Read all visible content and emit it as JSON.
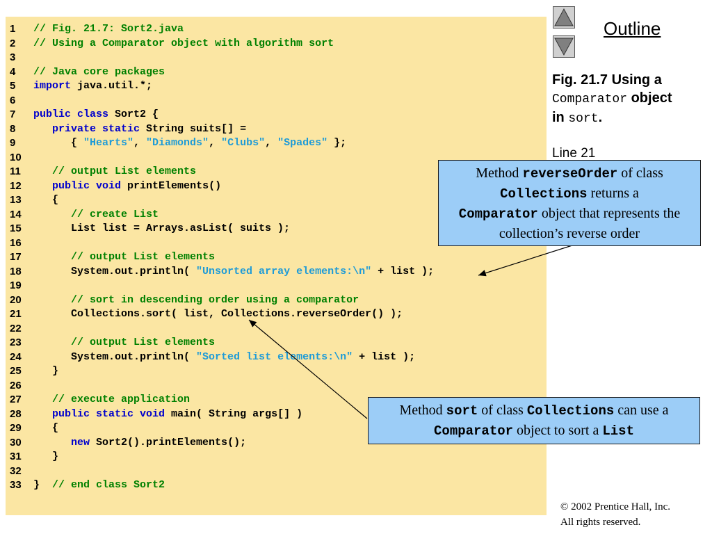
{
  "code_lines": [
    {
      "n": "1",
      "parts": [
        {
          "t": "// Fig. 21.7: Sort2.java",
          "c": "comment"
        }
      ]
    },
    {
      "n": "2",
      "parts": [
        {
          "t": "// Using a Comparator object with algorithm sort",
          "c": "comment"
        }
      ]
    },
    {
      "n": "3",
      "parts": []
    },
    {
      "n": "4",
      "parts": [
        {
          "t": "// Java core packages",
          "c": "comment"
        }
      ]
    },
    {
      "n": "5",
      "parts": [
        {
          "t": "import",
          "c": "kw"
        },
        {
          "t": " java.util.*;",
          "c": ""
        }
      ]
    },
    {
      "n": "6",
      "parts": []
    },
    {
      "n": "7",
      "parts": [
        {
          "t": "public class",
          "c": "kw"
        },
        {
          "t": " Sort2 {",
          "c": ""
        }
      ]
    },
    {
      "n": "8",
      "parts": [
        {
          "t": "   ",
          "c": ""
        },
        {
          "t": "private static",
          "c": "kw"
        },
        {
          "t": " String suits[] =",
          "c": ""
        }
      ]
    },
    {
      "n": "9",
      "parts": [
        {
          "t": "      { ",
          "c": ""
        },
        {
          "t": "\"Hearts\"",
          "c": "str"
        },
        {
          "t": ", ",
          "c": ""
        },
        {
          "t": "\"Diamonds\"",
          "c": "str"
        },
        {
          "t": ", ",
          "c": ""
        },
        {
          "t": "\"Clubs\"",
          "c": "str"
        },
        {
          "t": ", ",
          "c": ""
        },
        {
          "t": "\"Spades\"",
          "c": "str"
        },
        {
          "t": " };",
          "c": ""
        }
      ]
    },
    {
      "n": "10",
      "parts": []
    },
    {
      "n": "11",
      "parts": [
        {
          "t": "   // output List elements",
          "c": "comment"
        }
      ]
    },
    {
      "n": "12",
      "parts": [
        {
          "t": "   ",
          "c": ""
        },
        {
          "t": "public void",
          "c": "kw"
        },
        {
          "t": " printElements()",
          "c": ""
        }
      ]
    },
    {
      "n": "13",
      "parts": [
        {
          "t": "   {",
          "c": ""
        }
      ]
    },
    {
      "n": "14",
      "parts": [
        {
          "t": "      // create List",
          "c": "comment"
        }
      ]
    },
    {
      "n": "15",
      "parts": [
        {
          "t": "      List list = Arrays.asList( suits );",
          "c": ""
        }
      ]
    },
    {
      "n": "16",
      "parts": []
    },
    {
      "n": "17",
      "parts": [
        {
          "t": "      // output List elements",
          "c": "comment"
        }
      ]
    },
    {
      "n": "18",
      "parts": [
        {
          "t": "      System.out.println( ",
          "c": ""
        },
        {
          "t": "\"Unsorted array elements:\\n\"",
          "c": "str"
        },
        {
          "t": " + list );",
          "c": ""
        }
      ]
    },
    {
      "n": "19",
      "parts": []
    },
    {
      "n": "20",
      "parts": [
        {
          "t": "      // sort in descending order using a comparator",
          "c": "comment"
        }
      ]
    },
    {
      "n": "21",
      "parts": [
        {
          "t": "      Collections.sort( list, Collections.reverseOrder() );",
          "c": ""
        }
      ]
    },
    {
      "n": "22",
      "parts": []
    },
    {
      "n": "23",
      "parts": [
        {
          "t": "      // output List elements",
          "c": "comment"
        }
      ]
    },
    {
      "n": "24",
      "parts": [
        {
          "t": "      System.out.println( ",
          "c": ""
        },
        {
          "t": "\"Sorted list elements:\\n\"",
          "c": "str"
        },
        {
          "t": " + list );",
          "c": ""
        }
      ]
    },
    {
      "n": "25",
      "parts": [
        {
          "t": "   }",
          "c": ""
        }
      ]
    },
    {
      "n": "26",
      "parts": []
    },
    {
      "n": "27",
      "parts": [
        {
          "t": "   // execute application",
          "c": "comment"
        }
      ]
    },
    {
      "n": "28",
      "parts": [
        {
          "t": "   ",
          "c": ""
        },
        {
          "t": "public static void",
          "c": "kw"
        },
        {
          "t": " main( String args[] )",
          "c": ""
        }
      ]
    },
    {
      "n": "29",
      "parts": [
        {
          "t": "   {",
          "c": ""
        }
      ]
    },
    {
      "n": "30",
      "parts": [
        {
          "t": "      ",
          "c": ""
        },
        {
          "t": "new",
          "c": "kw"
        },
        {
          "t": " Sort2().printElements();",
          "c": ""
        }
      ]
    },
    {
      "n": "31",
      "parts": [
        {
          "t": "   }",
          "c": ""
        }
      ]
    },
    {
      "n": "32",
      "parts": []
    },
    {
      "n": "33",
      "parts": [
        {
          "t": "}  ",
          "c": ""
        },
        {
          "t": "// end class Sort2",
          "c": "comment"
        }
      ]
    }
  ],
  "outline_label": "Outline",
  "caption": {
    "fig": "Fig. 21.7   Using a",
    "mono1": "Comparator",
    "word1": " object",
    "in": "in ",
    "mono2": "sort",
    "dot": "."
  },
  "line_note": "Line 21",
  "callout1": {
    "t1": "Method ",
    "m1": "reverseOrder",
    "t2": " of class ",
    "m2": "Collections",
    "t3": " returns a ",
    "m3": "Comparator",
    "t4": " object that represents the collection’s reverse order"
  },
  "callout2": {
    "t1": "Method ",
    "m1": "sort",
    "t2": " of class ",
    "m2": "Collections",
    "t3": " can use a ",
    "m3": "Comparator",
    "t4": " object to sort a ",
    "m4": "List"
  },
  "copyright": {
    "line1": "© 2002 Prentice Hall, Inc.",
    "line2": "All rights reserved."
  },
  "colors": {
    "code_bg": "#fbe6a3",
    "comment": "#008000",
    "keyword": "#0000cc",
    "string": "#1e9bd7",
    "callout_bg": "#9ccdf7"
  },
  "icons": [
    "up-arrow-icon",
    "down-arrow-icon"
  ]
}
